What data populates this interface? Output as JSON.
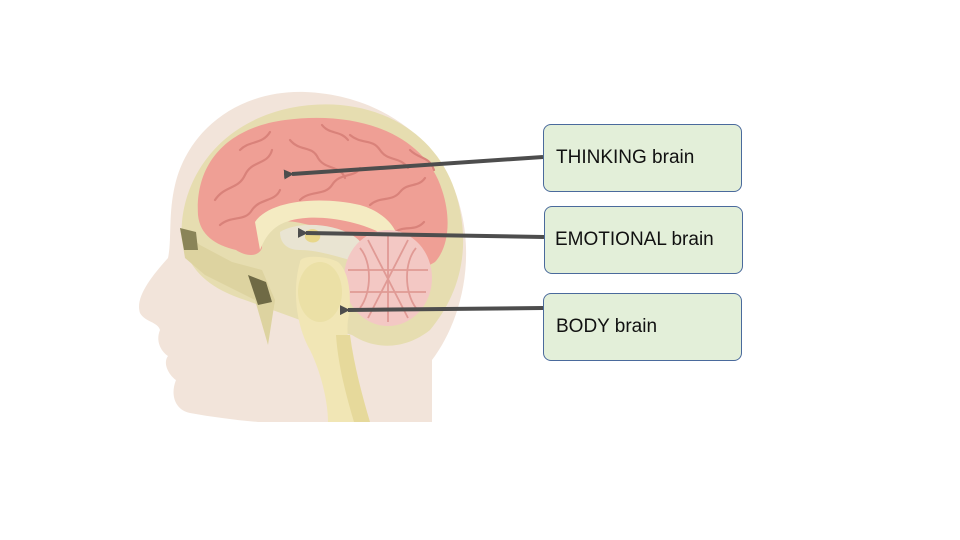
{
  "labels": {
    "thinking": "THINKING brain",
    "emotional": "EMOTIONAL brain",
    "body": "BODY brain"
  },
  "colors": {
    "box_fill": "#e3efd9",
    "box_border": "#4a6a9c",
    "arrow": "#4d4d4d",
    "skin": "#f2e4da",
    "skull": "#e6ddb0",
    "cortex": "#ef9f95",
    "cerebellum": "#f3c8c4",
    "brainstem": "#f1e6b5"
  }
}
